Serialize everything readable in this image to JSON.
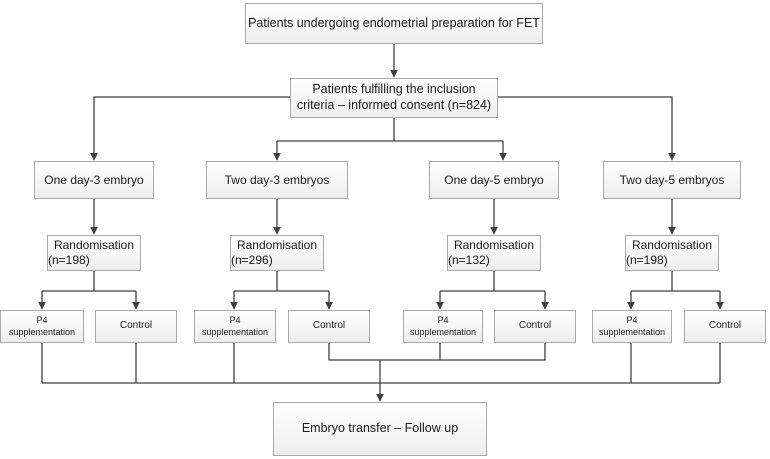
{
  "top_box": "Patients undergoing endometrial preparation for FET",
  "inclusion_box": {
    "line1": "Patients fulfilling the inclusion",
    "line2": "criteria – informed consent (n=824)"
  },
  "groups": [
    {
      "name": "One day-3 embryo",
      "randomisation": "Randomisation",
      "n": "(n=198)",
      "arm_p4": [
        "P4",
        "supplementation"
      ],
      "arm_control": "Control"
    },
    {
      "name": "Two day-3 embryos",
      "randomisation": "Randomisation",
      "n": "(n=296)",
      "arm_p4": [
        "P4",
        "supplementation"
      ],
      "arm_control": "Control"
    },
    {
      "name": "One day-5 embryo",
      "randomisation": "Randomisation",
      "n": "(n=132)",
      "arm_p4": [
        "P4",
        "supplementation"
      ],
      "arm_control": "Control"
    },
    {
      "name": "Two day-5 embryos",
      "randomisation": "Randomisation",
      "n": "(n=198)",
      "arm_p4": [
        "P4",
        "supplementation"
      ],
      "arm_control": "Control"
    }
  ],
  "bottom_box": "Embryo transfer – Follow up",
  "colors": {
    "line": "#404040",
    "box_border": "#a9a9a9",
    "box_fill": "#eeeeee"
  }
}
